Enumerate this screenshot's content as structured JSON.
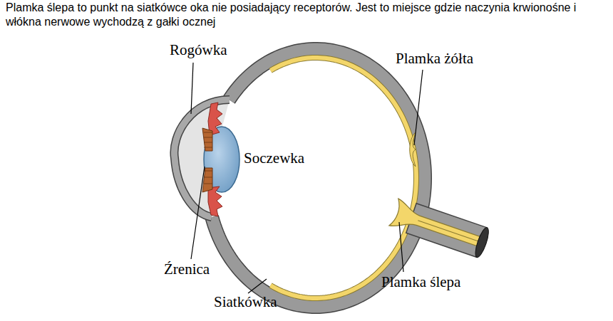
{
  "diagram": {
    "title": "Plamka ślepa to punkt na siatkówce oka nie posiadający receptorów. Jest to miejsce gdzie naczynia krwionośne i włókna nerwowe wychodzą z gałki ocznej",
    "labels": [
      "Rogówka",
      "Plamka żółta",
      "Soczewka",
      "Źrenica",
      "Siatkówka",
      "Plamka ślepa"
    ]
  }
}
